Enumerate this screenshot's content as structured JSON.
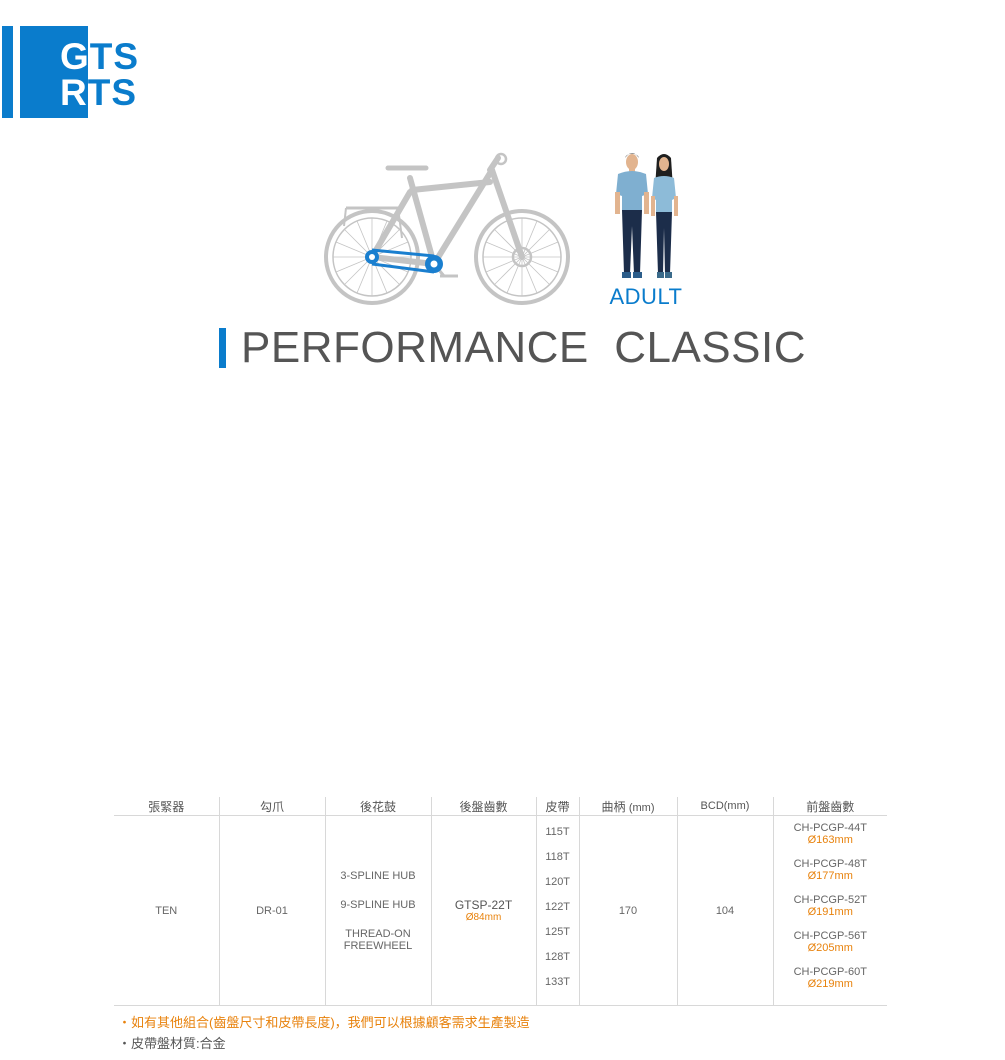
{
  "logo": {
    "line1_a": "G",
    "line1_b": "TS",
    "line2_a": "R",
    "line2_b": "TS",
    "brand_color": "#0a7ccc"
  },
  "figure": {
    "bike_icon": "belt-drive-bike-icon",
    "people_icon": "adult-couple-icon",
    "audience_label": "ADULT"
  },
  "title": "PERFORMANCE  CLASSIC",
  "table": {
    "headers": {
      "tensioner": "張緊器",
      "dropout": "勾爪",
      "rear_hub": "後花鼓",
      "rear_sprocket": "後盤齒數",
      "belt": "皮帶",
      "crank": "曲柄",
      "crank_unit": "(mm)",
      "bcd": "BCD(mm)",
      "front_sprocket": "前盤齒數"
    },
    "row": {
      "tensioner": "TEN",
      "dropout": "DR-01",
      "rear_hubs": [
        "3-SPLINE HUB",
        "9-SPLINE HUB",
        "THREAD-ON FREEWHEEL"
      ],
      "rear_sprocket": "GTSP-22T",
      "rear_sprocket_dia": "Ø84mm",
      "belts": [
        "115T",
        "118T",
        "120T",
        "122T",
        "125T",
        "128T",
        "133T"
      ],
      "crank": "170",
      "bcd": "104",
      "fronts": [
        {
          "code": "CH-PCGP-44T",
          "dia": "Ø163mm"
        },
        {
          "code": "CH-PCGP-48T",
          "dia": "Ø177mm"
        },
        {
          "code": "CH-PCGP-52T",
          "dia": "Ø191mm"
        },
        {
          "code": "CH-PCGP-56T",
          "dia": "Ø205mm"
        },
        {
          "code": "CH-PCGP-60T",
          "dia": "Ø219mm"
        }
      ]
    }
  },
  "notes": {
    "note1": "・如有其他組合(齒盤尺寸和皮帶長度)，我們可以根據顧客需求生產製造",
    "note2": "・皮帶盤材質:合金"
  },
  "colors": {
    "accent": "#0a7ccc",
    "highlight": "#e8820c",
    "bike_gray": "#bdbdbd"
  }
}
